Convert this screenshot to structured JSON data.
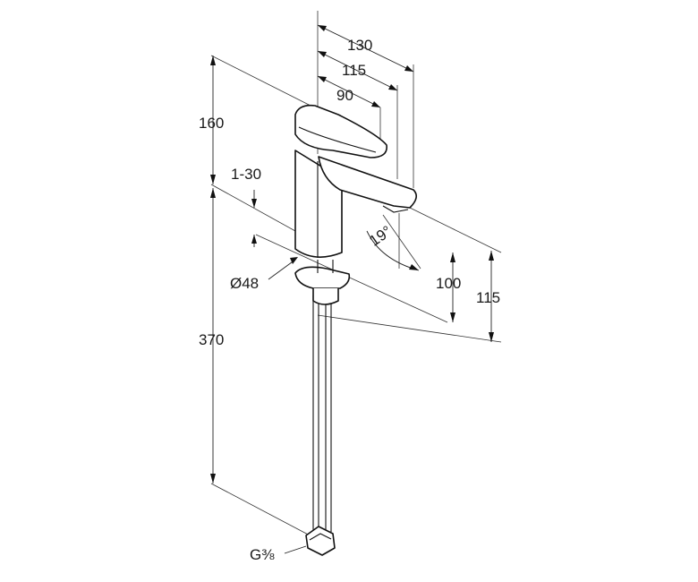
{
  "dimensions": {
    "width_total": "130",
    "width_mid": "115",
    "width_spout": "90",
    "height_body": "160",
    "deck_thickness": "1-30",
    "base_diameter": "Ø48",
    "supply_length": "370",
    "spout_clearance": "100",
    "spout_height": "115",
    "spray_angle": "19°",
    "thread": "G⅜"
  }
}
